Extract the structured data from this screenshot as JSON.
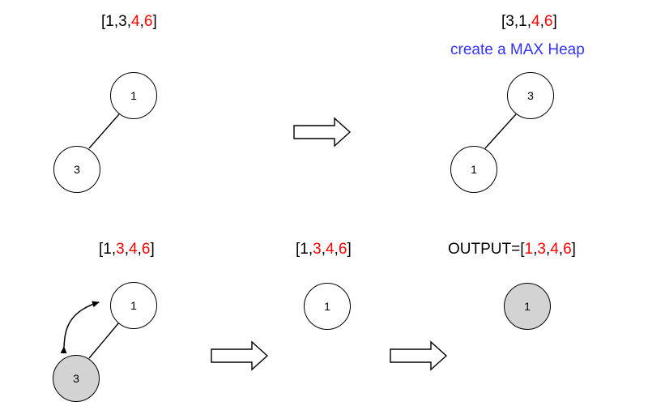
{
  "step1": {
    "array": [
      "[",
      "1",
      ",",
      "3",
      ",",
      "4",
      ",",
      "6",
      "]"
    ],
    "array_colors": [
      "black",
      "black",
      "black",
      "black",
      "black",
      "red",
      "black",
      "red",
      "black"
    ],
    "nodes": {
      "root": "1",
      "child": "3"
    }
  },
  "step2": {
    "array": [
      "[",
      "3",
      ",",
      "1",
      ",",
      "4",
      ",",
      "6",
      "]"
    ],
    "array_colors": [
      "black",
      "black",
      "black",
      "black",
      "black",
      "red",
      "black",
      "red",
      "black"
    ],
    "note": "create a MAX Heap",
    "nodes": {
      "root": "3",
      "child": "1"
    }
  },
  "step3": {
    "array": [
      "[",
      "1",
      ",",
      "3",
      ",",
      "4",
      ",",
      "6",
      "]"
    ],
    "array_colors": [
      "black",
      "black",
      "black",
      "red",
      "black",
      "red",
      "black",
      "red",
      "black"
    ],
    "nodes": {
      "root": "1",
      "child": "3"
    }
  },
  "step4": {
    "array": [
      "[",
      "1",
      ",",
      "3",
      ",",
      "4",
      ",",
      "6",
      "]"
    ],
    "array_colors": [
      "black",
      "black",
      "black",
      "red",
      "black",
      "red",
      "black",
      "red",
      "black"
    ],
    "nodes": {
      "single": "1"
    }
  },
  "step5": {
    "prefix": "OUTPUT=",
    "array": [
      "[",
      "1",
      ",",
      "3",
      ",",
      "4",
      ",",
      "6",
      "]"
    ],
    "array_colors": [
      "black",
      "red",
      "black",
      "red",
      "black",
      "red",
      "black",
      "red",
      "black"
    ],
    "nodes": {
      "single": "1"
    }
  },
  "colors": {
    "red": "#ff0000",
    "note_blue": "#3333ff",
    "gray_fill": "#d3d3d3"
  }
}
